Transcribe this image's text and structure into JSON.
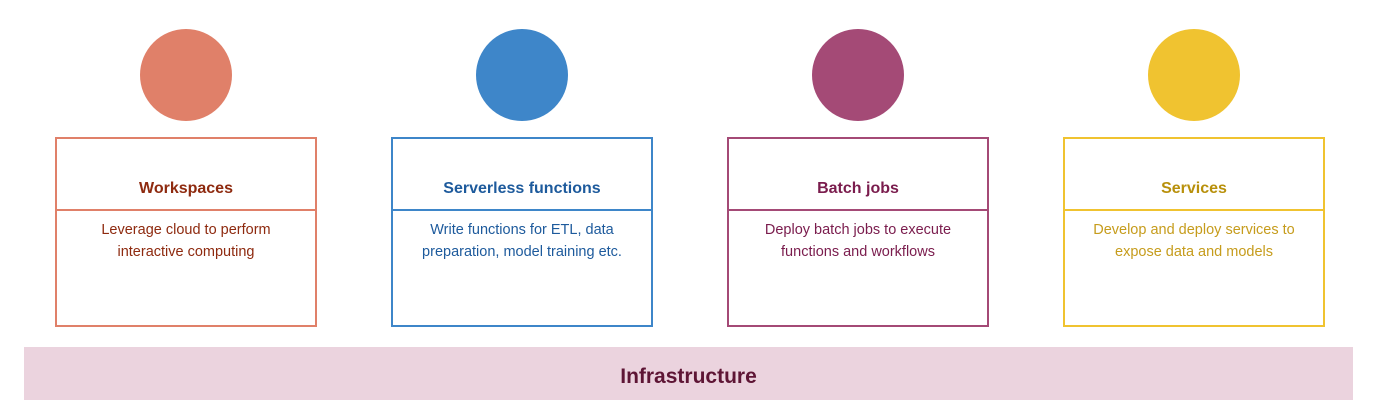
{
  "columns": [
    {
      "title": "Workspaces",
      "description": "Leverage cloud to perform interactive computing",
      "color": "#e08069"
    },
    {
      "title": "Serverless functions",
      "description": "Write functions for ETL, data preparation, model training etc.",
      "color": "#3e86c9"
    },
    {
      "title": "Batch jobs",
      "description": "Deploy batch jobs to execute functions and workflows",
      "color": "#a44a76"
    },
    {
      "title": "Services",
      "description": "Develop and deploy services to expose data and models",
      "color": "#f0c330"
    }
  ],
  "infrastructure": {
    "label": "Infrastructure",
    "color": "#ebd3de"
  }
}
